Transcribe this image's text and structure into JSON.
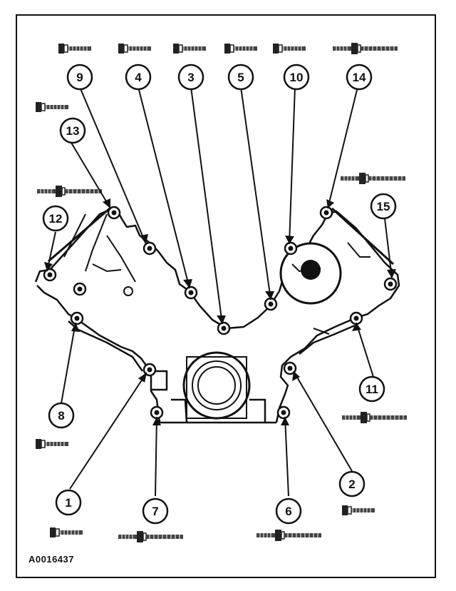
{
  "figure": {
    "reference_id": "A0016437"
  },
  "callouts": [
    {
      "key": "c9",
      "label": "9"
    },
    {
      "key": "c4",
      "label": "4"
    },
    {
      "key": "c3",
      "label": "3"
    },
    {
      "key": "c5",
      "label": "5"
    },
    {
      "key": "c10",
      "label": "10"
    },
    {
      "key": "c14",
      "label": "14"
    },
    {
      "key": "c13",
      "label": "13"
    },
    {
      "key": "c12",
      "label": "12"
    },
    {
      "key": "c15",
      "label": "15"
    },
    {
      "key": "c8",
      "label": "8"
    },
    {
      "key": "c11",
      "label": "11"
    },
    {
      "key": "c1",
      "label": "1"
    },
    {
      "key": "c7",
      "label": "7"
    },
    {
      "key": "c6",
      "label": "6"
    },
    {
      "key": "c2",
      "label": "2"
    }
  ],
  "colors": {
    "ink": "#111111",
    "background": "#ffffff"
  }
}
